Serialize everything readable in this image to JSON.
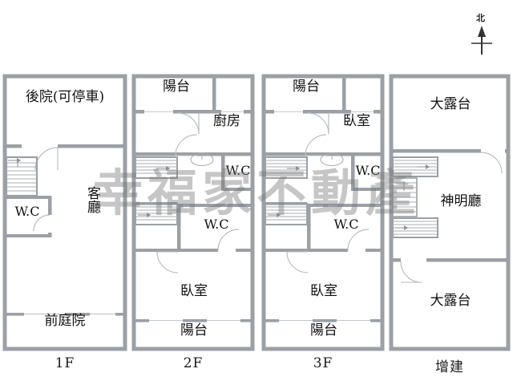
{
  "doc": {
    "type": "floor-plan",
    "watermark": "幸福家不動產",
    "compass": {
      "label": "北",
      "icon": "north-arrow-icon"
    }
  },
  "colors": {
    "wall": "#9aa0a6",
    "wall_dark": "#8a9096",
    "thin_line": "#b9bec3",
    "stair_line": "#9aa0a6",
    "text": "#111111",
    "watermark": "rgba(120,120,120,0.42)",
    "background": "#ffffff"
  },
  "floors": [
    {
      "id": "1f",
      "label": "1F",
      "rooms": [
        {
          "name": "back-yard",
          "label": "後院(可停車)"
        },
        {
          "name": "living-room",
          "label": "客廳"
        },
        {
          "name": "bathroom",
          "label": "W.C"
        },
        {
          "name": "front-yard",
          "label": "前庭院"
        }
      ]
    },
    {
      "id": "2f",
      "label": "2F",
      "rooms": [
        {
          "name": "balcony-rear",
          "label": "陽台"
        },
        {
          "name": "kitchen",
          "label": "廚房"
        },
        {
          "name": "bathroom-upper",
          "label": "W.C"
        },
        {
          "name": "bathroom-lower",
          "label": "W.C"
        },
        {
          "name": "bedroom",
          "label": "臥室"
        },
        {
          "name": "balcony-front",
          "label": "陽台"
        }
      ]
    },
    {
      "id": "3f",
      "label": "3F",
      "rooms": [
        {
          "name": "balcony-rear",
          "label": "陽台"
        },
        {
          "name": "bedroom-rear",
          "label": "臥室"
        },
        {
          "name": "bathroom-upper",
          "label": "W.C"
        },
        {
          "name": "bathroom-lower",
          "label": "W.C"
        },
        {
          "name": "bedroom-front",
          "label": "臥室"
        },
        {
          "name": "balcony-front",
          "label": "陽台"
        }
      ]
    },
    {
      "id": "extension",
      "label": "增建",
      "rooms": [
        {
          "name": "large-terrace-rear",
          "label": "大露台"
        },
        {
          "name": "shrine-hall",
          "label": "神明廳"
        },
        {
          "name": "large-terrace-front",
          "label": "大露台"
        }
      ]
    }
  ]
}
